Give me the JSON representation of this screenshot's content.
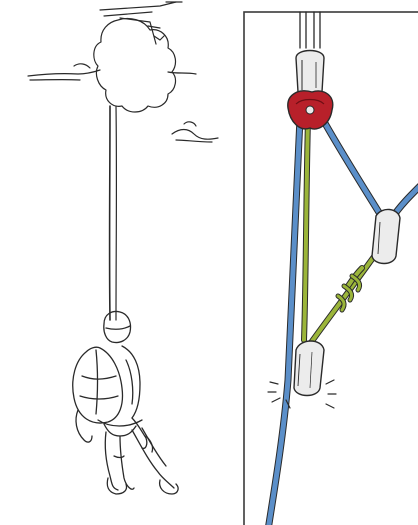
{
  "illustration": {
    "left_panel": {
      "elements": [
        "tree-branch-anchor",
        "hanging-rope",
        "suspended-climber"
      ]
    },
    "right_panel": {
      "elements": [
        "top-carabiner",
        "red-pulley",
        "blue-rope",
        "green-rope",
        "right-carabiner",
        "prusik-knot",
        "lower-carabiner",
        "click-marks"
      ]
    },
    "colors": {
      "line": "#2a2a2a",
      "frame": "#3a3a3a",
      "blue_rope": "#5b8fc9",
      "green_rope": "#9bb53a",
      "pulley_red": "#b8202a",
      "metal": "#e8e8e8"
    }
  }
}
